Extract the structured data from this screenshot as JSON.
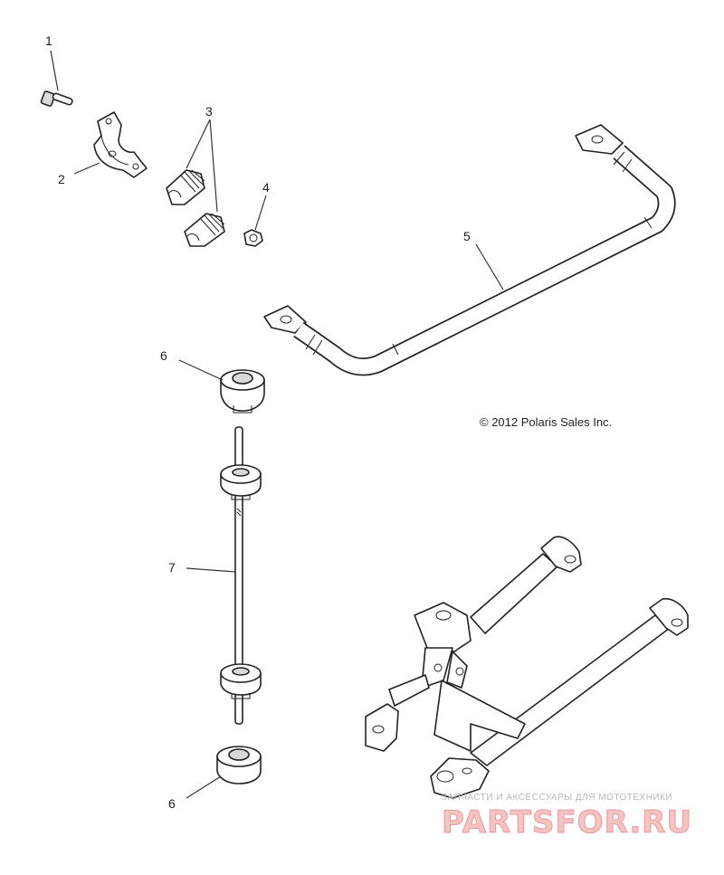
{
  "callouts": {
    "c1": "1",
    "c2": "2",
    "c3": "3",
    "c4": "4",
    "c5": "5",
    "c6a": "6",
    "c6b": "6",
    "c7": "7"
  },
  "copyright": "© 2012 Polaris Sales Inc.",
  "watermark": {
    "tagline": "ЗАПЧАСТИ И АКСЕССУАРЫ ДЛЯ МОТОТЕХНИКИ",
    "brand": "PARTSFOR.RU",
    "brand_color": "#e89a9a"
  }
}
